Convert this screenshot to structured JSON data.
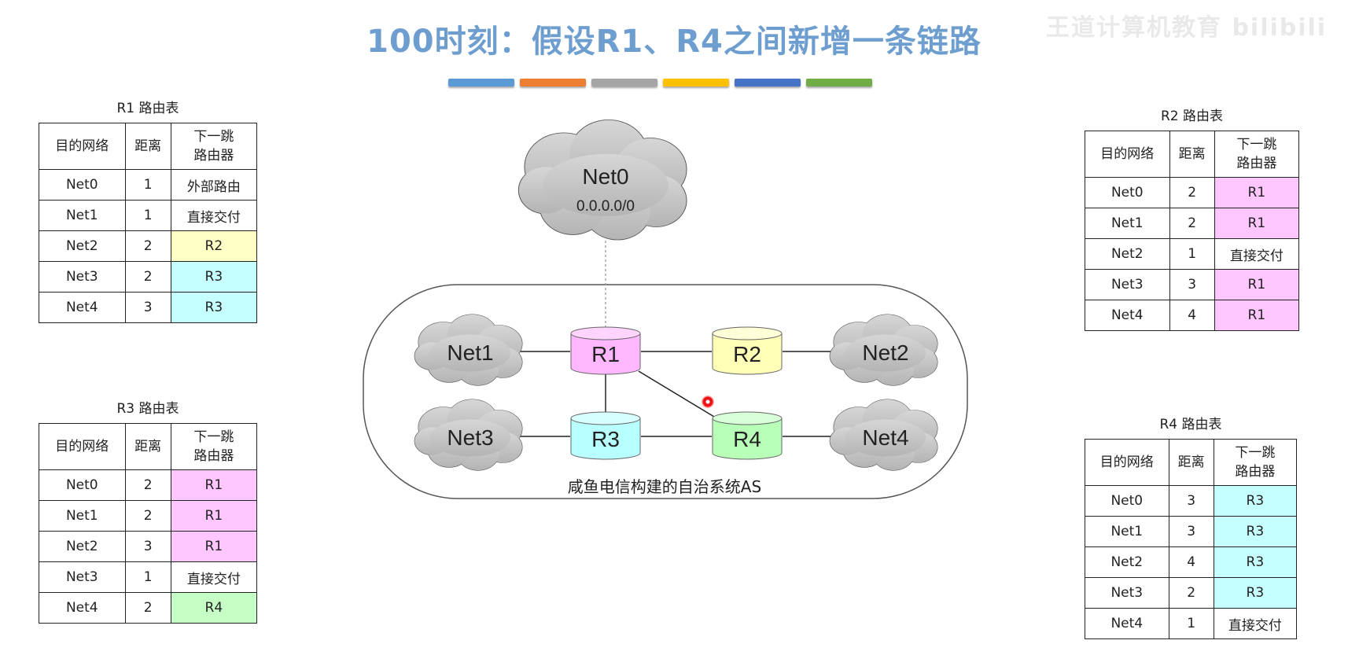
{
  "title": "100时刻：假设R1、R4之间新增一条链路",
  "watermark": "王道计算机教育 bilibili",
  "color_bars": [
    "#5b9bd5",
    "#ed7d31",
    "#a5a5a5",
    "#ffc000",
    "#4472c4",
    "#70ad47"
  ],
  "highlight_colors": {
    "R1": "#ffc6ff",
    "R2": "#ffffc6",
    "R3": "#c6ffff",
    "R4": "#c6ffc6"
  },
  "headers": {
    "dest": "目的网络",
    "dist": "距离",
    "next_line1": "下一跳",
    "next_line2": "路由器"
  },
  "tables": {
    "r1": {
      "caption": "R1 路由表",
      "rows": [
        {
          "dest": "Net0",
          "dist": "1",
          "next": "外部路由",
          "hl": ""
        },
        {
          "dest": "Net1",
          "dist": "1",
          "next": "直接交付",
          "hl": ""
        },
        {
          "dest": "Net2",
          "dist": "2",
          "next": "R2",
          "hl": "R2"
        },
        {
          "dest": "Net3",
          "dist": "2",
          "next": "R3",
          "hl": "R3"
        },
        {
          "dest": "Net4",
          "dist": "3",
          "next": "R3",
          "hl": "R3"
        }
      ]
    },
    "r3": {
      "caption": "R3 路由表",
      "rows": [
        {
          "dest": "Net0",
          "dist": "2",
          "next": "R1",
          "hl": "R1"
        },
        {
          "dest": "Net1",
          "dist": "2",
          "next": "R1",
          "hl": "R1"
        },
        {
          "dest": "Net2",
          "dist": "3",
          "next": "R1",
          "hl": "R1"
        },
        {
          "dest": "Net3",
          "dist": "1",
          "next": "直接交付",
          "hl": ""
        },
        {
          "dest": "Net4",
          "dist": "2",
          "next": "R4",
          "hl": "R4"
        }
      ]
    },
    "r2": {
      "caption": "R2 路由表",
      "rows": [
        {
          "dest": "Net0",
          "dist": "2",
          "next": "R1",
          "hl": "R1"
        },
        {
          "dest": "Net1",
          "dist": "2",
          "next": "R1",
          "hl": "R1"
        },
        {
          "dest": "Net2",
          "dist": "1",
          "next": "直接交付",
          "hl": ""
        },
        {
          "dest": "Net3",
          "dist": "3",
          "next": "R1",
          "hl": "R1"
        },
        {
          "dest": "Net4",
          "dist": "4",
          "next": "R1",
          "hl": "R1"
        }
      ]
    },
    "r4": {
      "caption": "R4 路由表",
      "rows": [
        {
          "dest": "Net0",
          "dist": "3",
          "next": "R3",
          "hl": "R3"
        },
        {
          "dest": "Net1",
          "dist": "3",
          "next": "R3",
          "hl": "R3"
        },
        {
          "dest": "Net2",
          "dist": "4",
          "next": "R3",
          "hl": "R3"
        },
        {
          "dest": "Net3",
          "dist": "2",
          "next": "R3",
          "hl": "R3"
        },
        {
          "dest": "Net4",
          "dist": "1",
          "next": "直接交付",
          "hl": ""
        }
      ]
    }
  },
  "diagram": {
    "net0_label": "Net0",
    "net0_addr": "0.0.0.0/0",
    "as_label": "咸鱼电信构建的自治系统AS",
    "nets": {
      "net1": "Net1",
      "net2": "Net2",
      "net3": "Net3",
      "net4": "Net4"
    },
    "routers": {
      "r1": "R1",
      "r2": "R2",
      "r3": "R3",
      "r4": "R4"
    }
  }
}
